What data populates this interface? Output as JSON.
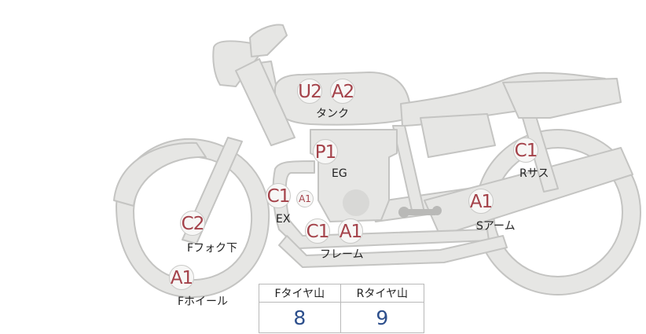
{
  "colors": {
    "bike_fill": "#e6e6e4",
    "bike_stroke": "#c4c4c2",
    "grade_text": "#a4424a",
    "value_text": "#2d4f8c"
  },
  "parts": [
    {
      "id": "tank",
      "label": "タンク",
      "grades": [
        "U2",
        "A2"
      ]
    },
    {
      "id": "eg",
      "label": "EG",
      "grades": [
        "P1"
      ]
    },
    {
      "id": "r-suspension",
      "label": "Rサス",
      "grades": [
        "C1"
      ]
    },
    {
      "id": "s-arm",
      "label": "Sアーム",
      "grades": [
        "A1"
      ]
    },
    {
      "id": "ex",
      "label": "EX",
      "grades": [
        "C1",
        "A1"
      ]
    },
    {
      "id": "frame",
      "label": "フレーム",
      "grades": [
        "C1",
        "A1"
      ]
    },
    {
      "id": "f-fork-lower",
      "label": "Fフォク下",
      "grades": [
        "C2"
      ]
    },
    {
      "id": "f-wheel",
      "label": "Fホイール",
      "grades": [
        "A1"
      ]
    }
  ],
  "tread": {
    "front_label": "Fタイヤ山",
    "rear_label": "Rタイヤ山",
    "front_value": "8",
    "rear_value": "9"
  }
}
